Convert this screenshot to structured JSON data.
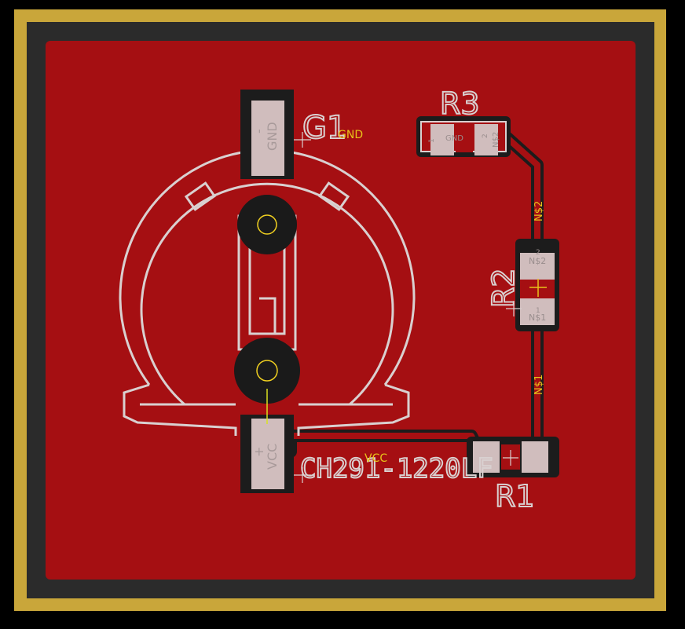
{
  "board": {
    "colors": {
      "outline": "#c9a63a",
      "substrate": "#2b2b2b",
      "copper_pour": "#a50f12",
      "trace_clearance": "#1c1c1c",
      "pad": "#d0bdbd",
      "silkscreen": "#d9d0d0",
      "net_label": "#e8c21a",
      "via_hole": "#1a1a1a",
      "drill": "#f0d020"
    }
  },
  "labels": {
    "g1_ref": "G1",
    "g1_value": "CH291-1220LF",
    "r1_ref": "R1",
    "r2_ref": "R2",
    "r3_ref": "R3",
    "gnd_net": "GND",
    "vcc_net": "VCC",
    "pad_gnd": "GND",
    "pad_vcc": "VCC",
    "pad_minus": "-",
    "pad_plus": "+",
    "net_n2_trace": "N$2",
    "net_n1_trace": "N$1",
    "r2_pad_top": "N$2",
    "r2_pad_bottom": "N$1",
    "r2_pin_top": "2",
    "r2_pin_bottom": "1",
    "r3_pad_left": "GND",
    "r3_pad_right": "N$2",
    "r3_pin_left": "1",
    "r3_pin_right": "2"
  }
}
